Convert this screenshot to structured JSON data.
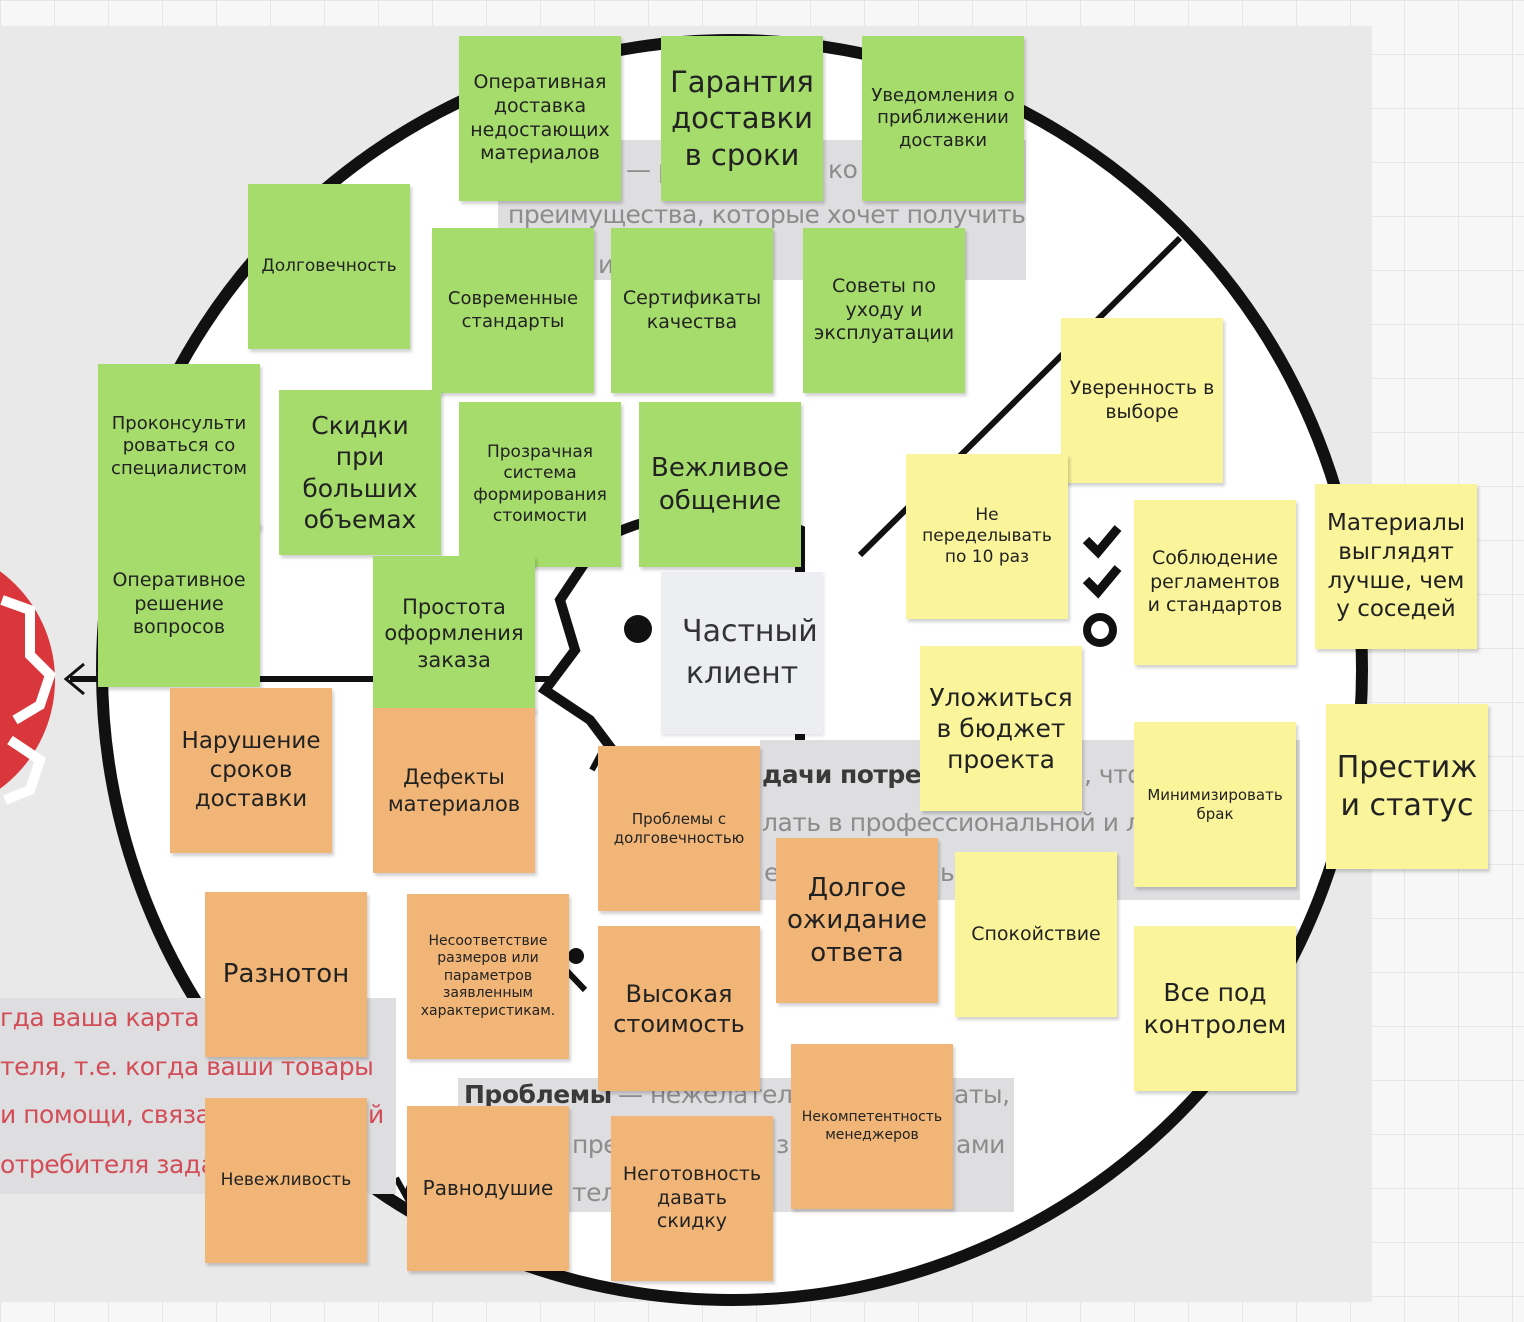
{
  "canvas": {
    "background": "#f7f7f7",
    "board_color": "#e9e9ea"
  },
  "colors": {
    "green": "#a6dc6c",
    "yellow": "#faf49a",
    "orange": "#f1b677",
    "red_circle": "#d9373b"
  },
  "client_card": {
    "label": "Частный клиент"
  },
  "background_text": {
    "benefits_fragment_1": "— р",
    "benefits_fragment_2": "ко",
    "benefits_line_2": "преимущества, которые хочет получить",
    "benefits_fragment_3": "и",
    "tasks_title": "дачи потре",
    "tasks_fragment_1": ", что",
    "tasks_line_2": "лать в профессиональной и ли",
    "tasks_fragment_2": "е",
    "tasks_fragment_3": "ы",
    "problems_title": "Проблемы",
    "problems_line_1": "— нежелател",
    "problems_fragment_1": "аты,",
    "problems_line_2": "пре",
    "problems_fragment_2": "з",
    "problems_fragment_3": "ами",
    "problems_line_3": "тел",
    "red_line_1": "гда ваша карта це",
    "red_line_2": "теля, т.е. когда ваши товары",
    "red_line_3": "и помощи, связа",
    "red_line_3_end": "й",
    "red_line_4": "отребителя задач"
  },
  "notes": {
    "green": [
      "Оперативная доставка недостающих материалов",
      "Гарантия доставки в сроки",
      "Уведомления о приближении доставки",
      "Долговечность",
      "Современные стандарты",
      "Сертификаты качества",
      "Советы по уходу и эксплуатации",
      "Проконсульти роваться со специалистом",
      "Скидки при больших объемах",
      "Прозрачная система формирования стоимости",
      "Вежливое общение",
      "Оперативное решение вопросов",
      "Простота оформления заказа"
    ],
    "yellow": [
      "Уверенность в выборе",
      "Не переделывать по 10 раз",
      "Соблюдение регламентов и стандартов",
      "Материалы выглядят лучше, чем у соседей",
      "Уложиться в бюджет проекта",
      "Минимизировать брак",
      "Престиж и статус",
      "Спокойствие",
      "Все под контролем"
    ],
    "orange": [
      "Нарушение сроков доставки",
      "Дефекты материалов",
      "Проблемы с долговечностью",
      "Долгое ожидание ответа",
      "Разнотон",
      "Несоответствие размеров или параметров заявленным характеристикам.",
      "Высокая стоимость",
      "Некомпетентность менеджеров",
      "Невежливость",
      "Равнодушие",
      "Неготовность давать скидку"
    ]
  }
}
